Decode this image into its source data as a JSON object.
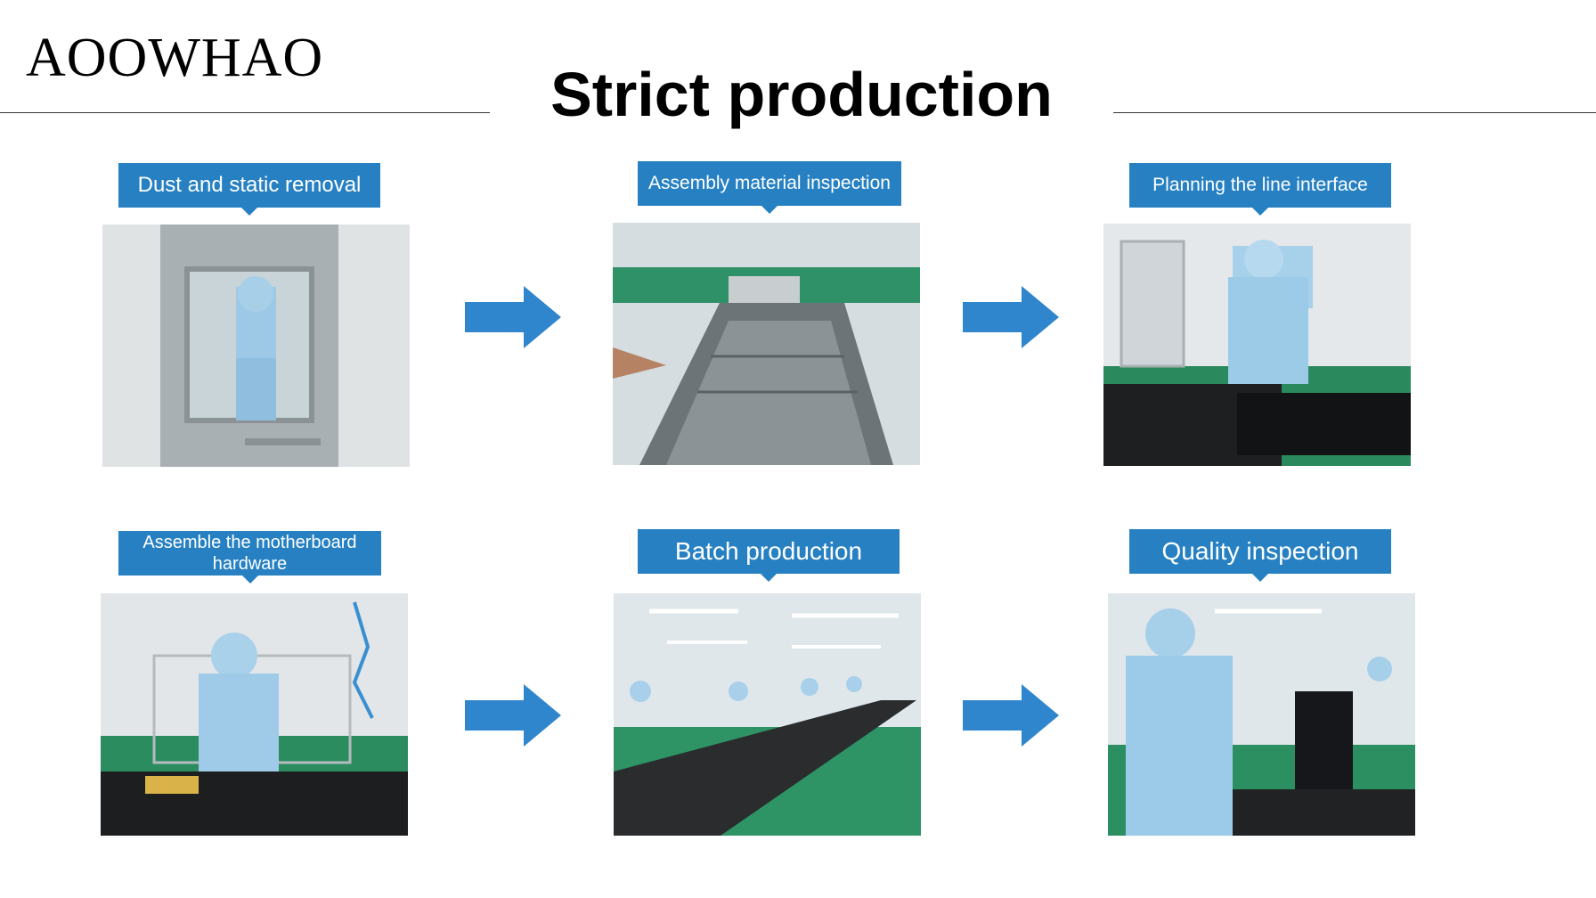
{
  "brand": "AOOWHAO",
  "title": "Strict production",
  "steps": [
    {
      "label": "Dust and static removal"
    },
    {
      "label": "Assembly material inspection"
    },
    {
      "label": "Planning the line interface"
    },
    {
      "label": "Assemble the motherboard hardware"
    },
    {
      "label": "Batch production"
    },
    {
      "label": "Quality inspection"
    }
  ],
  "colors": {
    "accent": "#2680c2",
    "arrow": "#2f86cc"
  }
}
